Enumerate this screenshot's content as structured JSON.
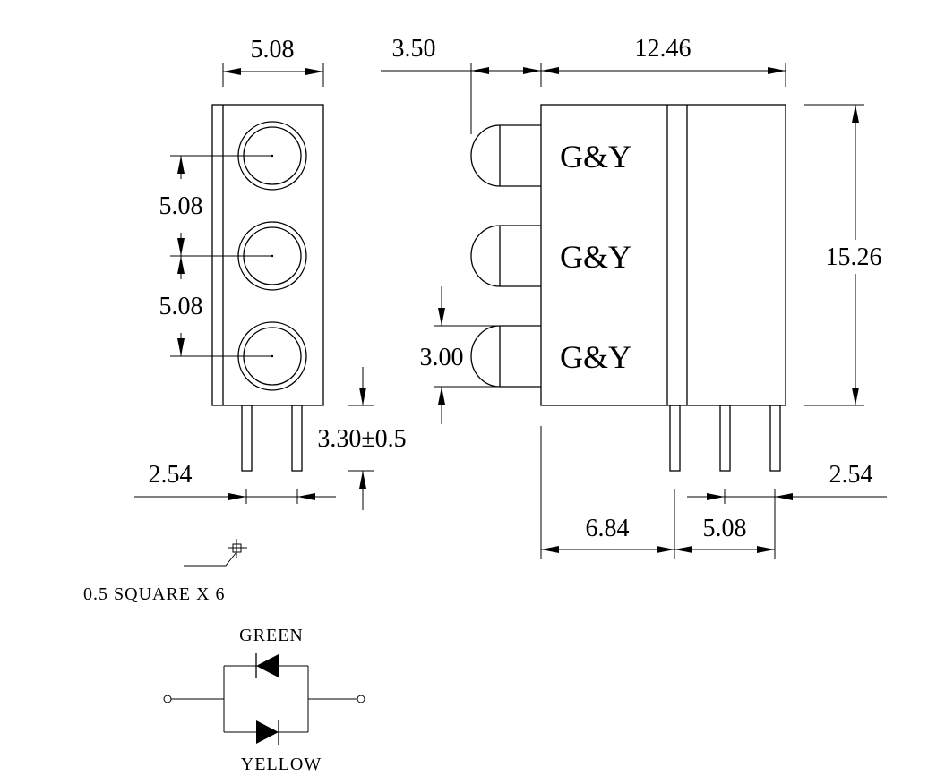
{
  "dimensions": {
    "top_width": "5.08",
    "led_pitch_1": "5.08",
    "led_pitch_2": "5.08",
    "lead_length": "3.30±0.5",
    "front_lead_pitch": "2.54",
    "dome_protrusion": "3.50",
    "body_depth": "12.46",
    "body_height": "15.26",
    "dome_diameter": "3.00",
    "lead_offset": "6.84",
    "side_lead_pitch": "5.08",
    "side_lead_pitch_small": "2.54"
  },
  "body_marking": "G&Y",
  "pin_note": "0.5  SQUARE  X 6",
  "schematic": {
    "top_label": "GREEN",
    "bottom_label": "YELLOW"
  }
}
